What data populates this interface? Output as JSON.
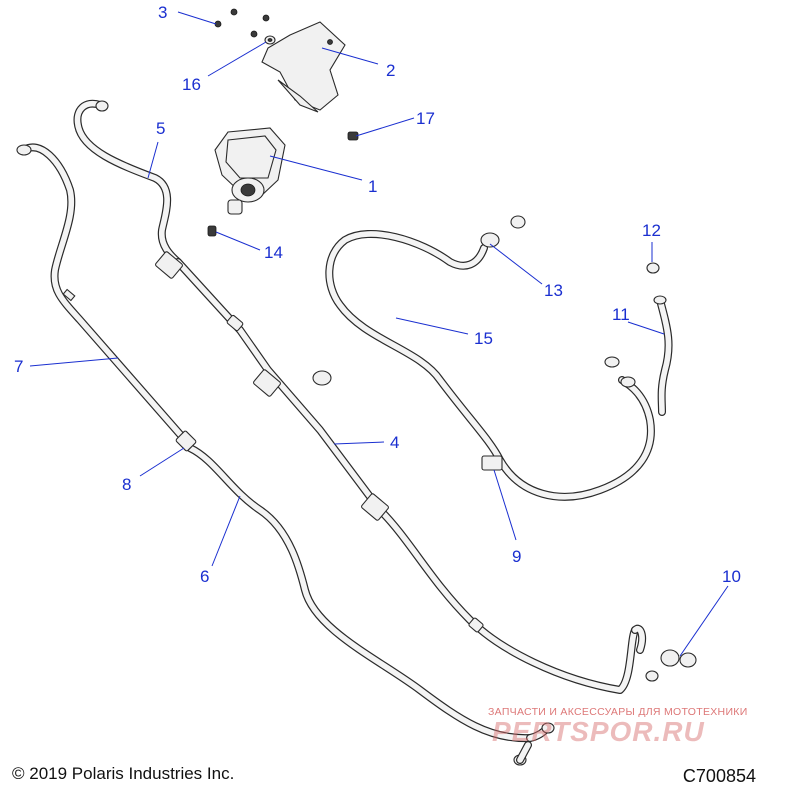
{
  "callouts": [
    {
      "id": "1",
      "label": "1"
    },
    {
      "id": "2",
      "label": "2"
    },
    {
      "id": "3",
      "label": "3"
    },
    {
      "id": "4",
      "label": "4"
    },
    {
      "id": "5",
      "label": "5"
    },
    {
      "id": "6",
      "label": "6"
    },
    {
      "id": "7",
      "label": "7"
    },
    {
      "id": "8",
      "label": "8"
    },
    {
      "id": "9",
      "label": "9"
    },
    {
      "id": "10",
      "label": "10"
    },
    {
      "id": "11",
      "label": "11"
    },
    {
      "id": "12",
      "label": "12"
    },
    {
      "id": "13",
      "label": "13"
    },
    {
      "id": "14",
      "label": "14"
    },
    {
      "id": "15",
      "label": "15"
    },
    {
      "id": "16",
      "label": "16"
    },
    {
      "id": "17",
      "label": "17"
    }
  ],
  "footer": {
    "copyright": "© 2019 Polaris Industries Inc.",
    "figure_code": "C700854"
  },
  "watermark": {
    "tagline": "ЗАПЧАСТИ И АКСЕССУАРЫ ДЛЯ МОТОТЕХНИКИ",
    "site": "PERTSPOR.RU"
  },
  "colors": {
    "callout": "#1a2fd0",
    "line_art": "#2a2a2a",
    "watermark": "#d24a4a"
  }
}
